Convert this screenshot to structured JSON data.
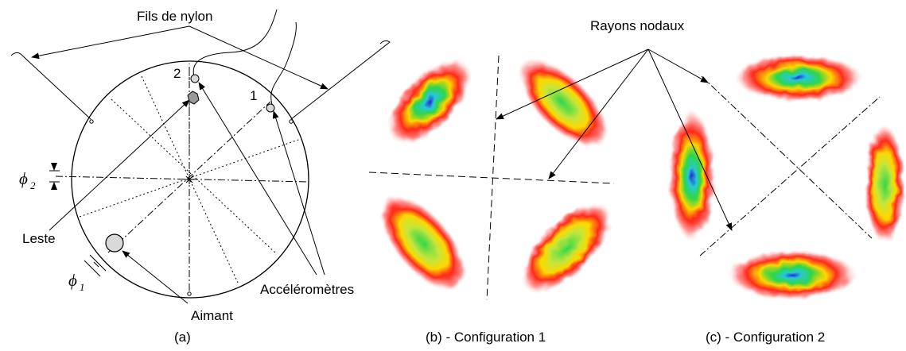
{
  "panel_a": {
    "caption": "(a)",
    "labels": {
      "nylon": "Fils de nylon",
      "ballast": "Leste",
      "magnet": "Aimant",
      "accelerometers": "Accéléromètres",
      "acc1": "1",
      "acc2": "2",
      "phi1": "ϕ",
      "phi1_sub": "1",
      "phi2": "ϕ",
      "phi2_sub": "2"
    }
  },
  "panel_b": {
    "caption": "(b) - Configuration 1"
  },
  "panel_c": {
    "caption": "(c) - Configuration 2"
  },
  "nodal_label": "Rayons nodaux",
  "colors": {
    "hot": "#ff2a1a",
    "warm": "#ffd700",
    "mid": "#2fd64a",
    "cool": "#27c9d6",
    "deep": "#2424d6"
  }
}
